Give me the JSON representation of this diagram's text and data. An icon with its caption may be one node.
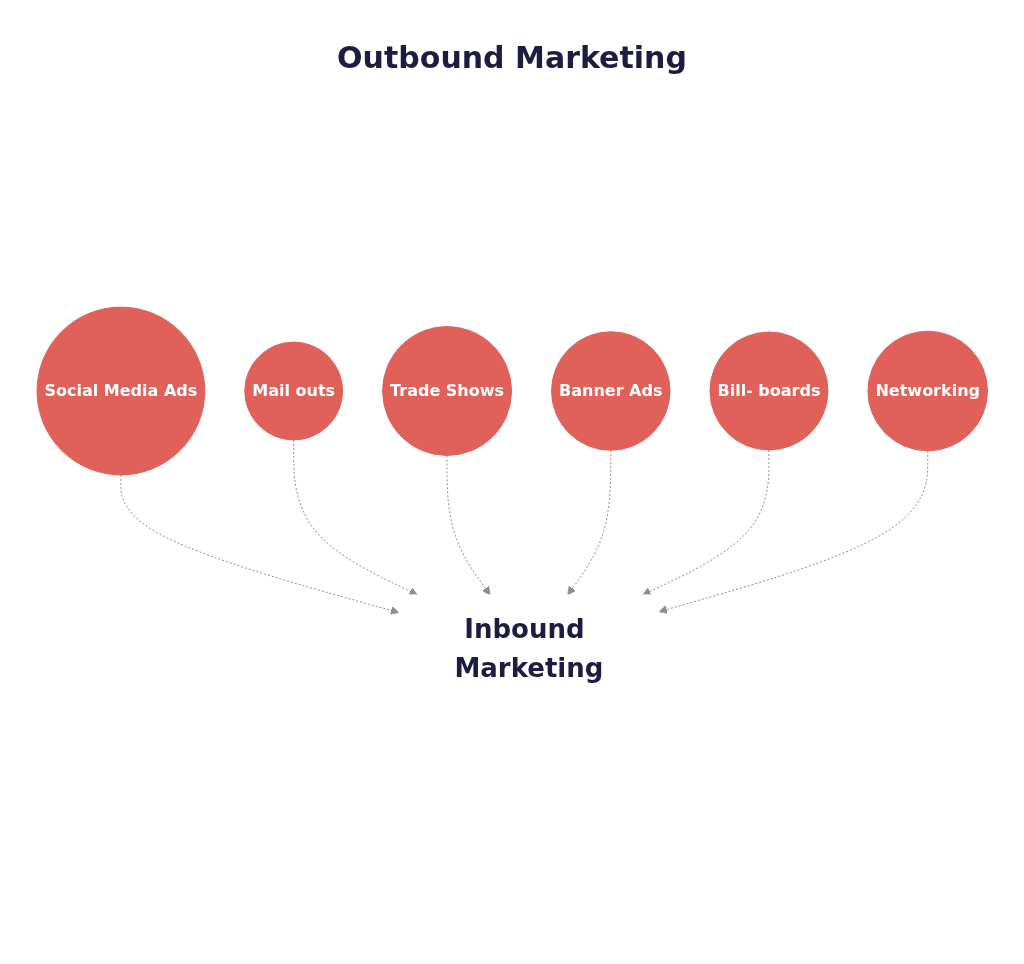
{
  "diagram": {
    "title": "Outbound Marketing",
    "nodes": [
      {
        "text": [
          "Mail outs"
        ]
      },
      {
        "text": [
          "Bill- boards"
        ]
      },
      {
        "text": [
          "Trade Shows"
        ]
      },
      {
        "text": [
          "Social Media Ads"
        ]
      },
      {
        "text": [
          "Networking"
        ]
      },
      {
        "text": [
          "Banner Ads"
        ]
      },
      {
        "text": [
          "Inbound Marketing"
        ]
      }
    ],
    "edges": [
      {
        "from": 3,
        "to": 6,
        "arrow": "to",
        "style": "dashed"
      },
      {
        "from": 0,
        "to": 6,
        "arrow": "to",
        "style": "dashed"
      },
      {
        "from": 2,
        "to": 6,
        "arrow": "to",
        "style": "dashed"
      },
      {
        "from": 5,
        "to": 6,
        "arrow": "to",
        "style": "dashed"
      },
      {
        "from": 1,
        "to": 6,
        "arrow": "to",
        "style": "dashed"
      },
      {
        "from": 4,
        "to": 6,
        "arrow": "to",
        "style": "dashed"
      }
    ]
  }
}
